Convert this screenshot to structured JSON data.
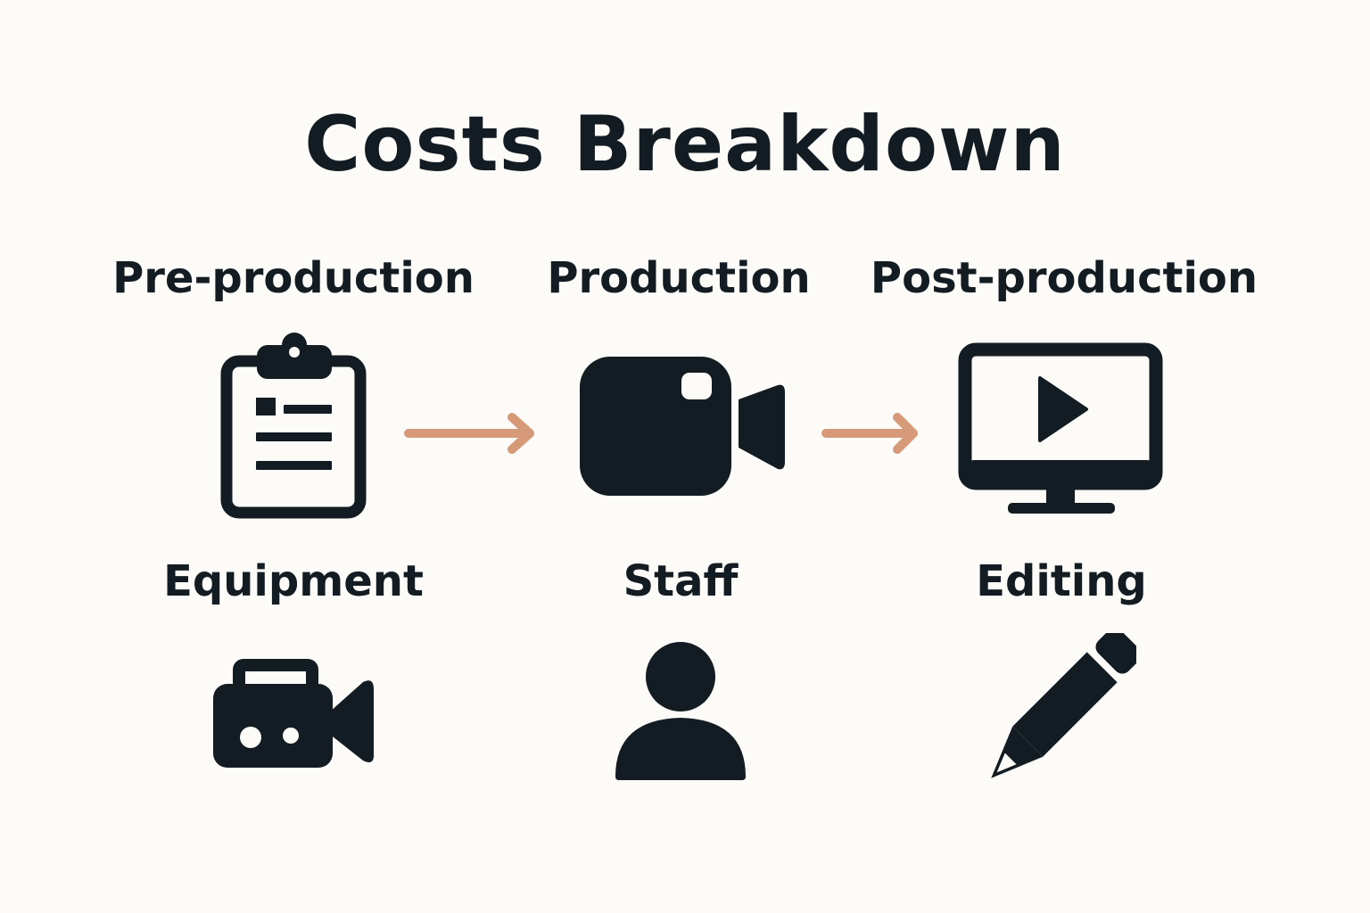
{
  "title": "Costs Breakdown",
  "stages": [
    {
      "label": "Pre-production",
      "icon": "clipboard-icon"
    },
    {
      "label": "Production",
      "icon": "video-camera-icon"
    },
    {
      "label": "Post-production",
      "icon": "monitor-play-icon"
    }
  ],
  "items": [
    {
      "label": "Equipment",
      "icon": "camcorder-icon"
    },
    {
      "label": "Staff",
      "icon": "person-icon"
    },
    {
      "label": "Editing",
      "icon": "pencil-icon"
    }
  ],
  "colors": {
    "background": "#fcfbf8",
    "ink": "#131c22",
    "arrow": "#d69a78"
  }
}
